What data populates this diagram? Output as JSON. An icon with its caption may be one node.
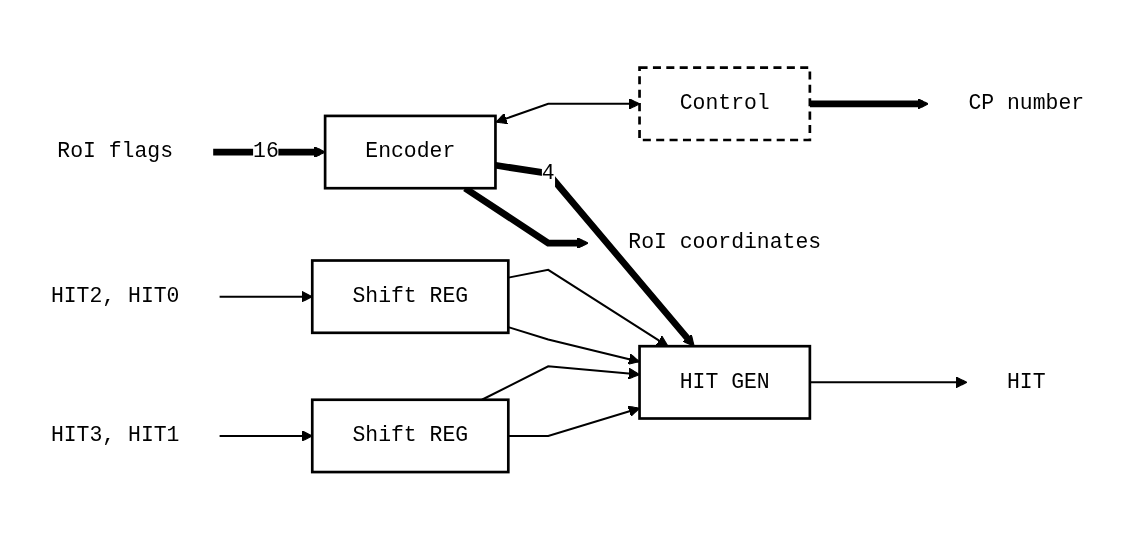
{
  "diagram": {
    "nodes": [
      {
        "text": [
          "RoI flags"
        ]
      },
      {
        "text": [
          "Encoder"
        ]
      },
      {
        "text": [
          "Control"
        ]
      },
      {
        "text": [
          "CP number"
        ]
      },
      {
        "text": [
          "Shift REG"
        ]
      },
      {
        "text": [
          "HIT GEN"
        ]
      },
      {
        "text": [
          "RoI coordinates"
        ]
      },
      {
        "text": [
          "HIT2, HIT0"
        ]
      },
      {
        "text": [
          "Shift REG"
        ]
      },
      {
        "text": [
          "HIT3, HIT1"
        ]
      },
      {
        "text": [
          "HIT"
        ]
      }
    ],
    "edges": [
      {
        "from": 0,
        "to": 1,
        "arrow": "to",
        "label": "16",
        "style": "thick"
      },
      {
        "from": 1,
        "to": 2,
        "arrow": "both"
      },
      {
        "from": 2,
        "to": 3,
        "arrow": "to",
        "style": "thick"
      },
      {
        "from": 1,
        "to": 5,
        "arrow": "to",
        "label": "4",
        "style": "thick"
      },
      {
        "from": 1,
        "to": 6,
        "arrow": "to",
        "style": "thick"
      },
      {
        "from": 7,
        "to": 4,
        "arrow": "to"
      },
      {
        "from": 4,
        "to": 5,
        "arrow": "to"
      },
      {
        "from": 4,
        "to": 5,
        "arrow": "to"
      },
      {
        "from": 8,
        "to": 5,
        "arrow": "to"
      },
      {
        "from": 8,
        "to": 5,
        "arrow": "to"
      },
      {
        "from": 9,
        "to": 8,
        "arrow": "to"
      },
      {
        "from": 5,
        "to": 10,
        "arrow": "to"
      }
    ]
  }
}
